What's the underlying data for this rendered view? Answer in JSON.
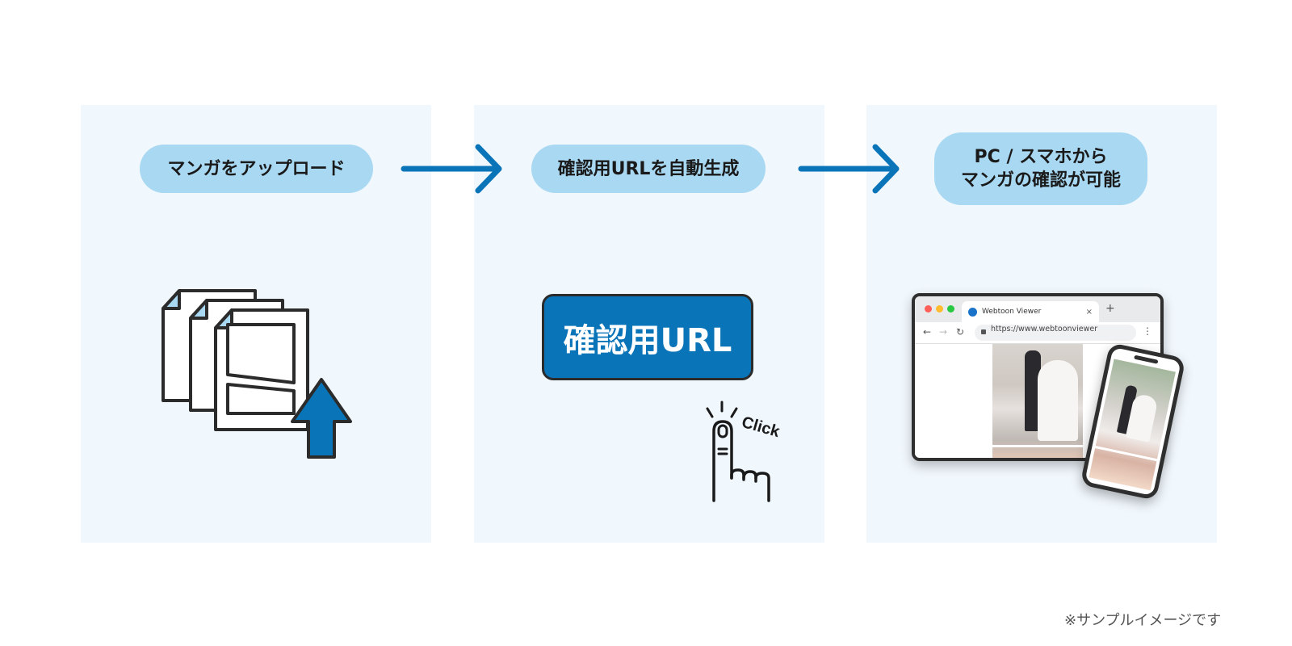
{
  "steps": [
    {
      "label": "マンガをアップロード"
    },
    {
      "label": "確認用URLを自動生成"
    },
    {
      "label_lines": [
        "PC / スマホから",
        "マンガの確認が可能"
      ]
    }
  ],
  "url_button": {
    "label": "確認用URL"
  },
  "click_text": "Click",
  "browser": {
    "tab_title": "Webtoon Viewer",
    "tab_close": "×",
    "new_tab": "+",
    "url": "https://www.webtoonviewer"
  },
  "footnote": "※サンプルイメージです",
  "colors": {
    "panel_bg": "#f0f7fd",
    "pill_bg": "#a9d8f2",
    "accent_blue": "#0a74b8",
    "outline": "#2b2b2b"
  },
  "icons": [
    "arrow-right-icon",
    "document-upload-icon",
    "upload-arrow-icon",
    "click-finger-icon",
    "browser-window",
    "smartphone"
  ]
}
